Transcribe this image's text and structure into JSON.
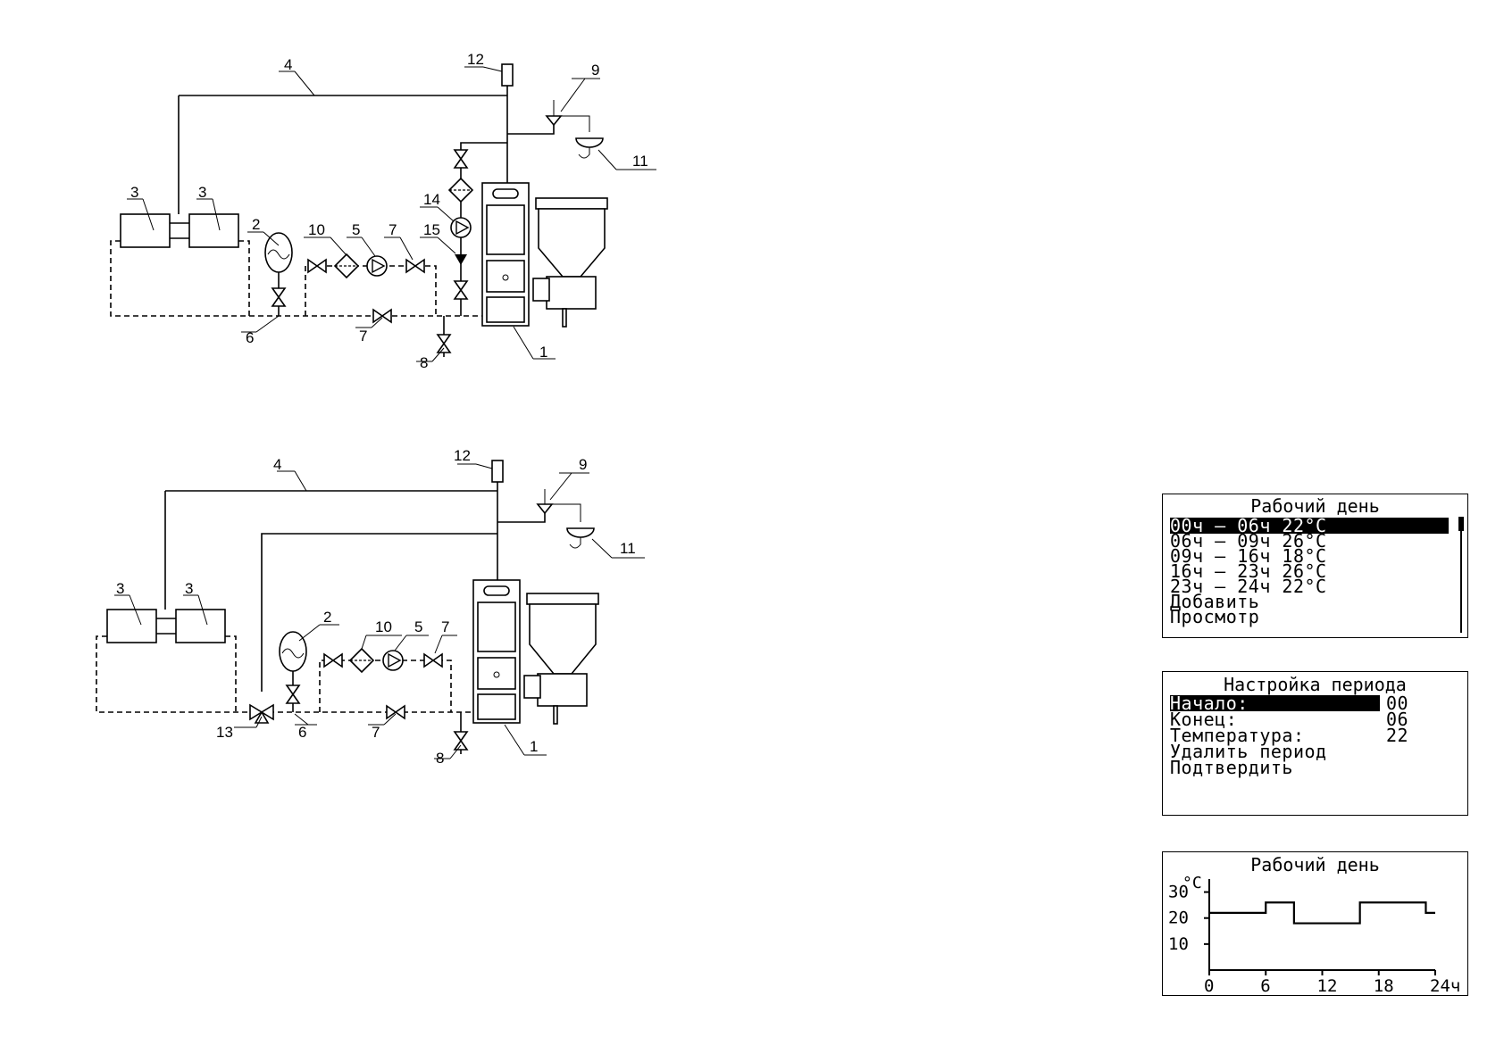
{
  "diagram1": {
    "labels": [
      "1",
      "2",
      "3",
      "3",
      "4",
      "5",
      "6",
      "7",
      "7",
      "8",
      "9",
      "10",
      "11",
      "12",
      "14",
      "15"
    ]
  },
  "diagram2": {
    "labels": [
      "1",
      "2",
      "3",
      "3",
      "4",
      "5",
      "6",
      "7",
      "7",
      "8",
      "9",
      "10",
      "11",
      "12",
      "13"
    ]
  },
  "screen_workday": {
    "title": "Рабочий день",
    "rows": [
      {
        "text": "00ч – 06ч 22°C",
        "selected": true
      },
      {
        "text": "06ч – 09ч 26°C",
        "selected": false
      },
      {
        "text": "09ч – 16ч 18°C",
        "selected": false
      },
      {
        "text": "16ч – 23ч 26°C",
        "selected": false
      },
      {
        "text": "23ч – 24ч 22°C",
        "selected": false
      },
      {
        "text": "Добавить",
        "selected": false
      },
      {
        "text": "Просмотр",
        "selected": false
      }
    ]
  },
  "screen_period": {
    "title": "Настройка периода",
    "rows": [
      {
        "label": "Начало:",
        "value": "00",
        "selected": true
      },
      {
        "label": "Конец:",
        "value": "06",
        "selected": false
      },
      {
        "label": "Температура:",
        "value": "22",
        "selected": false
      },
      {
        "label": "Удалить период",
        "value": "",
        "selected": false
      },
      {
        "label": "Подтвердить",
        "value": "",
        "selected": false
      }
    ]
  },
  "chart_data": {
    "type": "line",
    "title": "Рабочий день",
    "ylabel": "°C",
    "x_ticks": [
      "0",
      "6",
      "12",
      "18",
      "24ч"
    ],
    "y_ticks": [
      "10",
      "20",
      "30"
    ],
    "xlim": [
      0,
      24
    ],
    "ylim": [
      0,
      35
    ],
    "x": [
      0,
      6,
      6,
      9,
      9,
      16,
      16,
      23,
      23,
      24
    ],
    "y": [
      22,
      22,
      26,
      26,
      18,
      18,
      26,
      26,
      22,
      22
    ],
    "grid": false
  }
}
